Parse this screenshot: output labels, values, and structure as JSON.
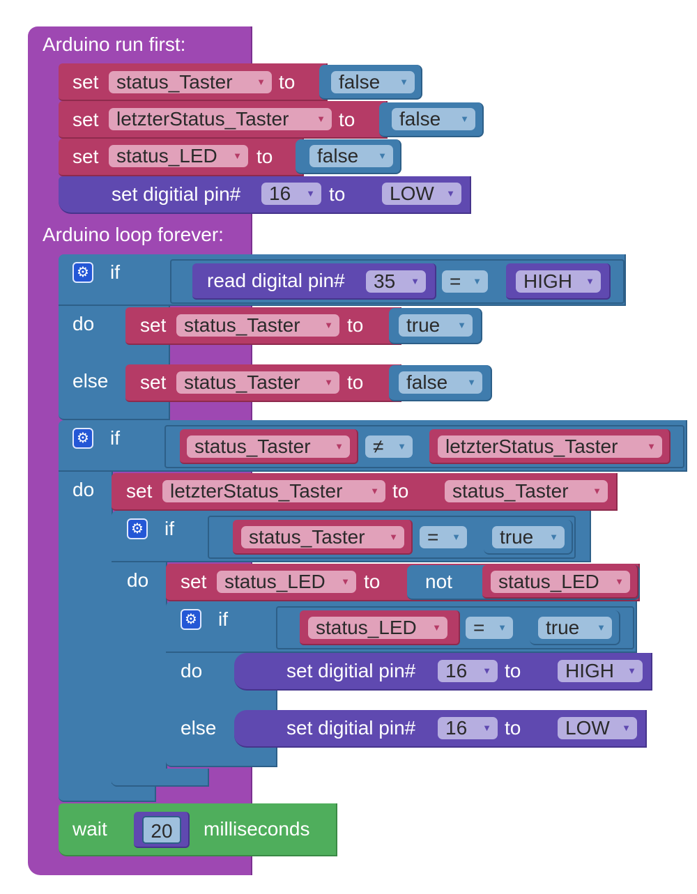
{
  "setup": {
    "header": "Arduino run first:",
    "rows": [
      {
        "set": "set",
        "var": "status_Taster",
        "to": "to",
        "val": "false"
      },
      {
        "set": "set",
        "var": "letzterStatus_Taster",
        "to": "to",
        "val": "false"
      },
      {
        "set": "set",
        "var": "status_LED",
        "to": "to",
        "val": "false"
      }
    ],
    "pin": {
      "label": "set digitial pin#",
      "pin": "16",
      "to": "to",
      "val": "LOW"
    }
  },
  "loop": {
    "header": "Arduino loop forever:",
    "if1": {
      "if": "if",
      "do": "do",
      "else": "else",
      "cond": {
        "label": "read digital pin#",
        "pin": "35",
        "op": "=",
        "val": "HIGH"
      },
      "do_set": {
        "set": "set",
        "var": "status_Taster",
        "to": "to",
        "val": "true"
      },
      "else_set": {
        "set": "set",
        "var": "status_Taster",
        "to": "to",
        "val": "false"
      }
    },
    "if2": {
      "if": "if",
      "do": "do",
      "cond": {
        "left": "status_Taster",
        "op": "≠",
        "right": "letzterStatus_Taster"
      },
      "do_set": {
        "set": "set",
        "var": "letzterStatus_Taster",
        "to": "to",
        "val": "status_Taster"
      }
    },
    "if3": {
      "if": "if",
      "do": "do",
      "cond": {
        "left": "status_Taster",
        "op": "=",
        "right": "true"
      },
      "do_set": {
        "set": "set",
        "var": "status_LED",
        "to": "to",
        "not": "not",
        "val": "status_LED"
      }
    },
    "if4": {
      "if": "if",
      "do": "do",
      "else": "else",
      "cond": {
        "left": "status_LED",
        "op": "=",
        "right": "true"
      },
      "do_pin": {
        "label": "set digitial pin#",
        "pin": "16",
        "to": "to",
        "val": "HIGH"
      },
      "else_pin": {
        "label": "set digitial pin#",
        "pin": "16",
        "to": "to",
        "val": "LOW"
      }
    },
    "wait": {
      "label": "wait",
      "value": "20",
      "unit": "milliseconds"
    }
  },
  "icons": {
    "gear": "gear-icon",
    "dropdown": "dropdown-arrow-icon"
  },
  "colors": {
    "arduino_block": "#9e48b2",
    "variable_block": "#b53b66",
    "logic_block": "#3f7cad",
    "io_block": "#5f49b0",
    "time_block": "#4fae5c"
  }
}
